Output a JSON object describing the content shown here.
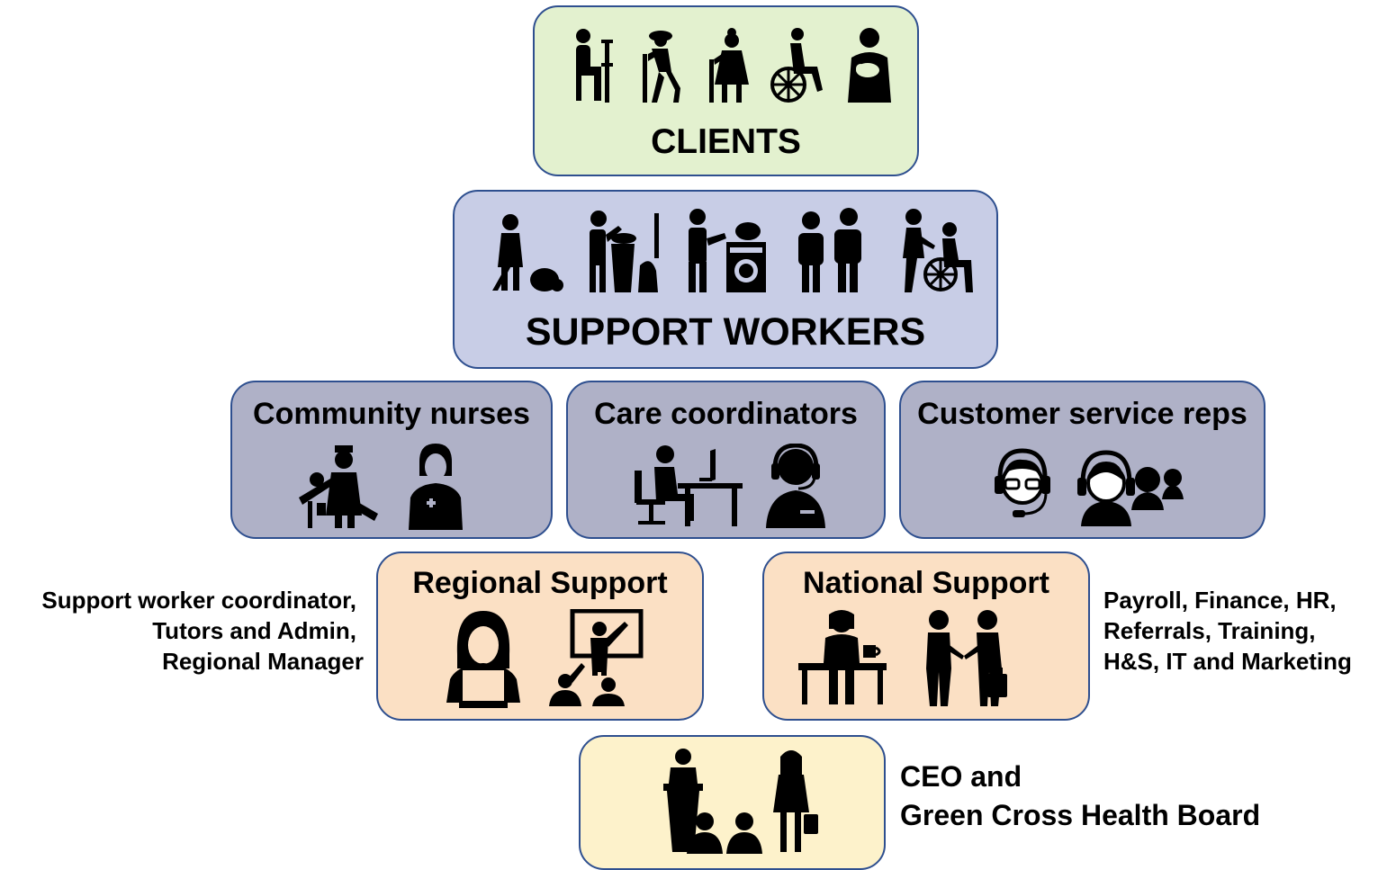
{
  "clients": {
    "title": "CLIENTS",
    "icons": [
      "person-with-crutch-icon",
      "elderly-man-with-cane-icon",
      "elderly-woman-with-cane-icon",
      "wheelchair-user-icon",
      "person-holding-baby-icon"
    ]
  },
  "support_workers": {
    "title": "SUPPORT WORKERS",
    "icons": [
      "vacuuming-icon",
      "taking-out-trash-icon",
      "laundry-icon",
      "companions-icon",
      "pushing-wheelchair-icon"
    ]
  },
  "community_nurses": {
    "title": "Community nurses",
    "icons": [
      "nurse-with-patients-icon",
      "nurse-icon"
    ]
  },
  "care_coordinators": {
    "title": "Care coordinators",
    "icons": [
      "person-at-desk-icon",
      "headset-operator-icon"
    ]
  },
  "customer_service": {
    "title": "Customer service reps",
    "icons": [
      "headset-agent-icon",
      "call-center-team-icon"
    ]
  },
  "regional_support": {
    "title": "Regional Support",
    "side_lines": [
      "Support worker coordinator,",
      "Tutors and Admin,",
      "Regional Manager"
    ],
    "icons": [
      "woman-at-laptop-icon",
      "teacher-at-whiteboard-icon"
    ]
  },
  "national_support": {
    "title": "National Support",
    "side_lines": [
      "Payroll, Finance, HR,",
      "Referrals, Training,",
      "H&S, IT and Marketing"
    ],
    "icons": [
      "woman-at-desk-icon",
      "business-handshake-icon"
    ]
  },
  "board": {
    "side_lines": [
      "CEO and",
      "Green Cross Health Board"
    ],
    "icons": [
      "presenter-at-podium-icon",
      "businesswoman-icon"
    ]
  }
}
